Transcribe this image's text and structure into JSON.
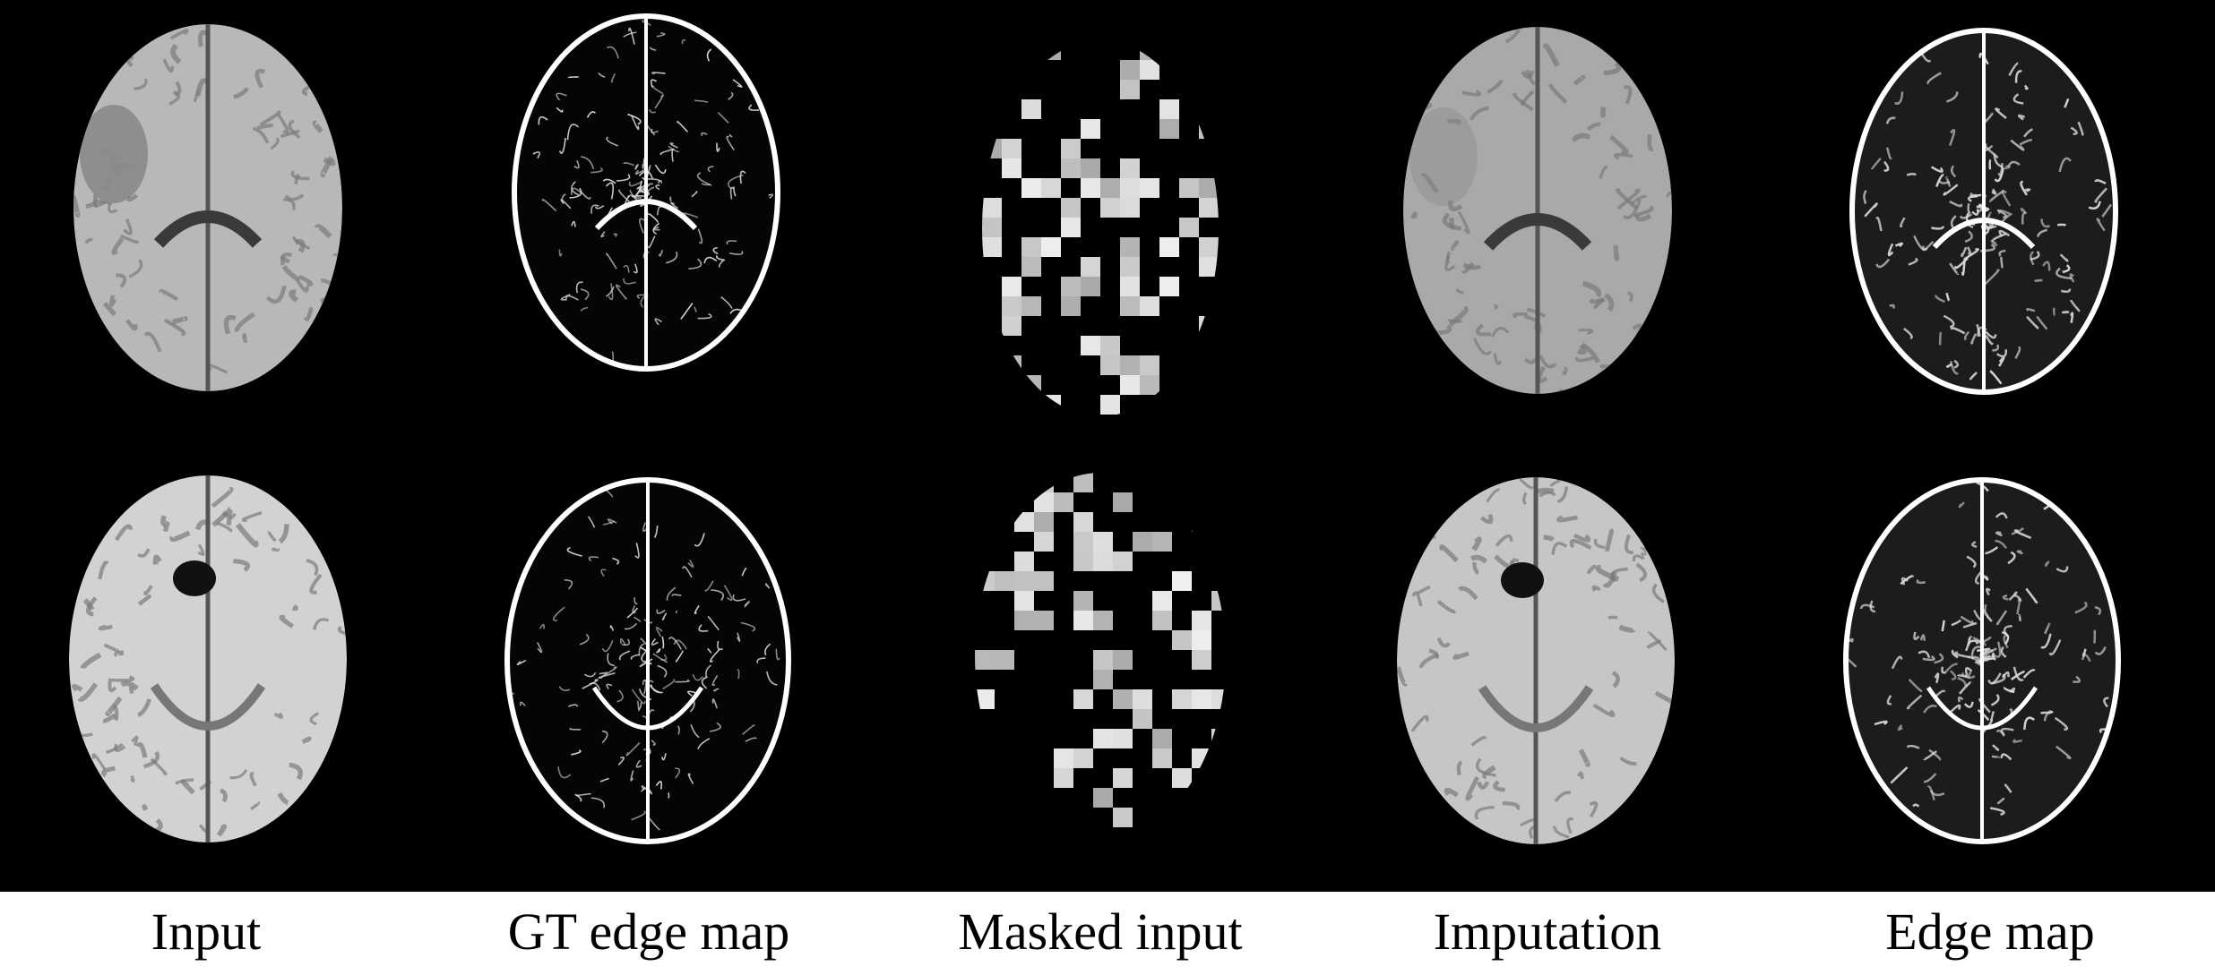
{
  "figure": {
    "background": "#000000",
    "captions": [
      "Input",
      "GT edge map",
      "Masked input",
      "Imputation",
      "Edge map"
    ]
  },
  "rows": [
    {
      "slice": "upper-axial-slice",
      "panels": [
        "input",
        "gt-edge-map",
        "masked-input",
        "imputation",
        "edge-map"
      ]
    },
    {
      "slice": "lower-axial-slice",
      "panels": [
        "input",
        "gt-edge-map",
        "masked-input",
        "imputation",
        "edge-map"
      ]
    }
  ]
}
